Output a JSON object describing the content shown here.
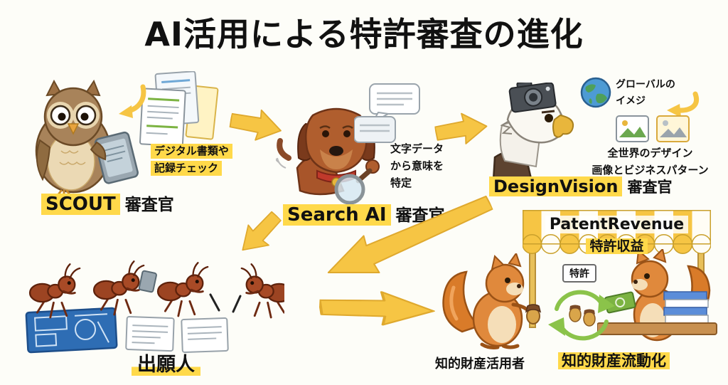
{
  "title": "AI活用による特許審査の進化",
  "colors": {
    "highlight": "#FFD94A",
    "arrow": "#F6C544",
    "background": "#FDFDF8"
  },
  "scout": {
    "name": "SCOUT",
    "role": "審査官",
    "caption_line1": "デジタル書類や",
    "caption_line2": "記録チェック"
  },
  "search_ai": {
    "name": "Search AI",
    "role": "審査官",
    "caption_line1": "文字データ",
    "caption_line2": "から意味を",
    "caption_line3": "特定"
  },
  "design_vision": {
    "name": "DesignVision",
    "role": "審査官",
    "globe_line1": "グローバルの",
    "globe_line2": "イメジ",
    "caption_line1": "全世界のデザイン",
    "caption_line2": "画像とビジネスパターン"
  },
  "applicant": {
    "label": "出願人"
  },
  "market": {
    "banner_title": "PatentRevenue",
    "banner_subtitle": "特許収益",
    "patent_label": "特許",
    "user_label": "知的財産活用者",
    "flow_label": "知的財産流動化"
  }
}
